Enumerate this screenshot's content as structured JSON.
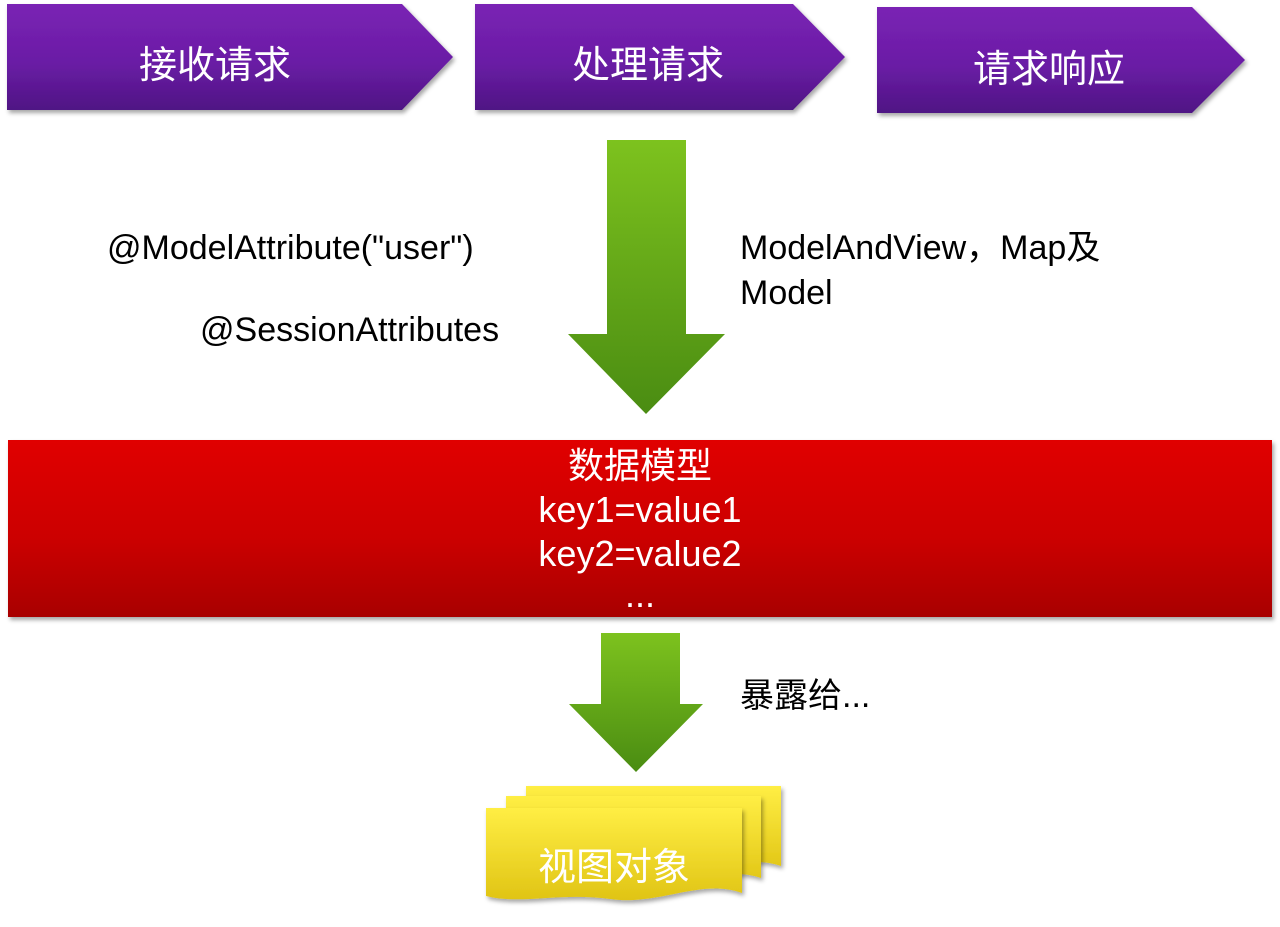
{
  "process_steps": [
    {
      "label": "接收请求"
    },
    {
      "label": "处理请求"
    },
    {
      "label": "请求响应"
    }
  ],
  "annotations": {
    "model_attribute": "@ModelAttribute(\"user\")",
    "session_attributes": "@SessionAttributes",
    "model_and_view_line1": "ModelAndView，Map及",
    "model_and_view_line2": "Model",
    "expose_to": "暴露给..."
  },
  "data_model": {
    "title": "数据模型",
    "entries": [
      "key1=value1",
      "key2=value2",
      "..."
    ]
  },
  "view_object": {
    "label": "视图对象"
  },
  "colors": {
    "step_chevron": "#6a1fa8",
    "flow_arrow": "#5ea818",
    "data_model_box": "#d40000",
    "view_document": "#f2dd1a"
  }
}
